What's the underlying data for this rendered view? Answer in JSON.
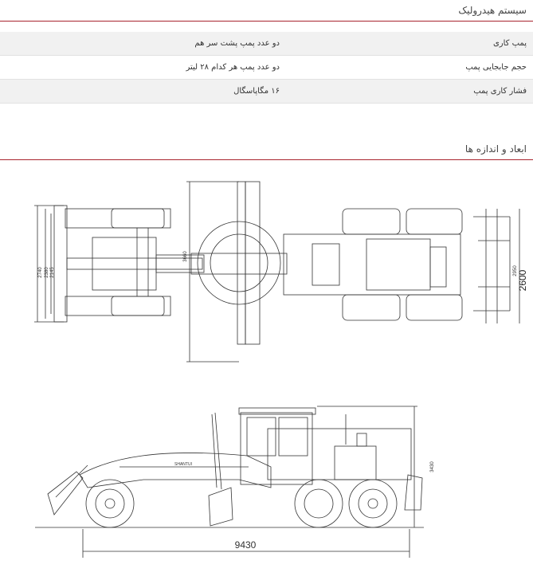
{
  "hydraulic": {
    "title": "سیستم هیدرولیک",
    "rows": [
      {
        "label": "پمپ کاری",
        "value": "دو عدد پمپ پشت سر هم"
      },
      {
        "label": "حجم جابجایی پمپ",
        "value": "دو عدد پمپ هر کدام ۲۸ لیتر"
      },
      {
        "label": "فشار کاری پمپ",
        "value": "۱۶ مگاپاسگال"
      }
    ]
  },
  "dimensions": {
    "title": "ابعاد و اندازه ها",
    "top_view": {
      "dim_2740": "2740",
      "dim_2380": "2380",
      "dim_2145": "2145",
      "dim_3660": "3660",
      "dim_2950": "2950",
      "dim_2600": "2600"
    },
    "side_view": {
      "dim_3430": "3430",
      "dim_9430": "9430",
      "boom_brand": "SHANTUI"
    }
  }
}
